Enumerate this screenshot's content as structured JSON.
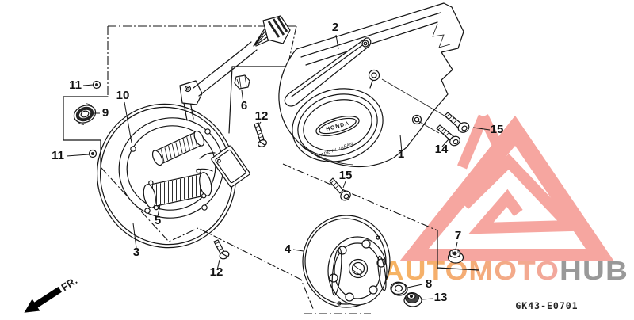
{
  "diagram": {
    "code": "GK43-E0701",
    "front_marker": "FR.",
    "badge_text": "HONDA",
    "made_in_text": "MADE IN JAPAN",
    "callouts": [
      {
        "label": "1"
      },
      {
        "label": "2"
      },
      {
        "label": "3"
      },
      {
        "label": "4"
      },
      {
        "label": "5"
      },
      {
        "label": "6"
      },
      {
        "label": "7"
      },
      {
        "label": "8"
      },
      {
        "label": "9"
      },
      {
        "label": "10"
      },
      {
        "label": "11"
      },
      {
        "label": "11"
      },
      {
        "label": "12"
      },
      {
        "label": "12"
      },
      {
        "label": "13"
      },
      {
        "label": "14"
      },
      {
        "label": "15"
      },
      {
        "label": "15"
      }
    ]
  },
  "watermark": {
    "brand_part1": "AUTOMOTO",
    "brand_part2": "HUB",
    "triangle_color": "#ee5044",
    "brand_color_1": "#f2973c",
    "brand_color_2": "#8f8f8f"
  },
  "style": {
    "line_color": "#141414",
    "background": "#ffffff"
  }
}
